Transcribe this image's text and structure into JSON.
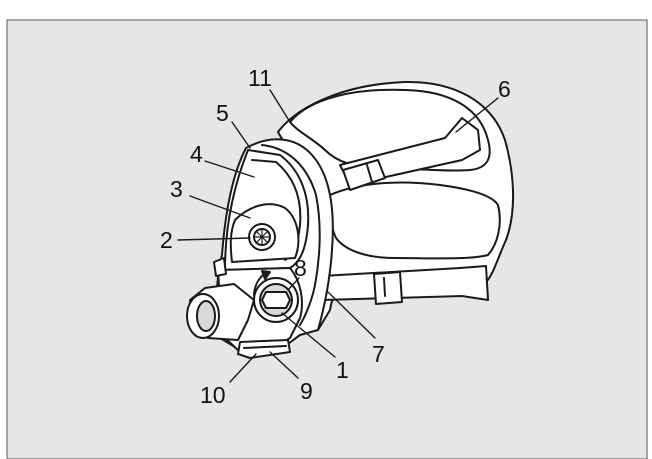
{
  "colors": {
    "panel": "#e6e6e6",
    "panel_border": "#555555",
    "ink": "#1a1a1a",
    "fill_light": "#ffffff",
    "fill_shade": "#d9d9d9"
  },
  "labels": {
    "l1": "1",
    "l2": "2",
    "l3": "3",
    "l4": "4",
    "l5": "5",
    "l6": "6",
    "l7": "7",
    "l8": "8",
    "l9": "9",
    "l10": "10",
    "l11": "11"
  }
}
